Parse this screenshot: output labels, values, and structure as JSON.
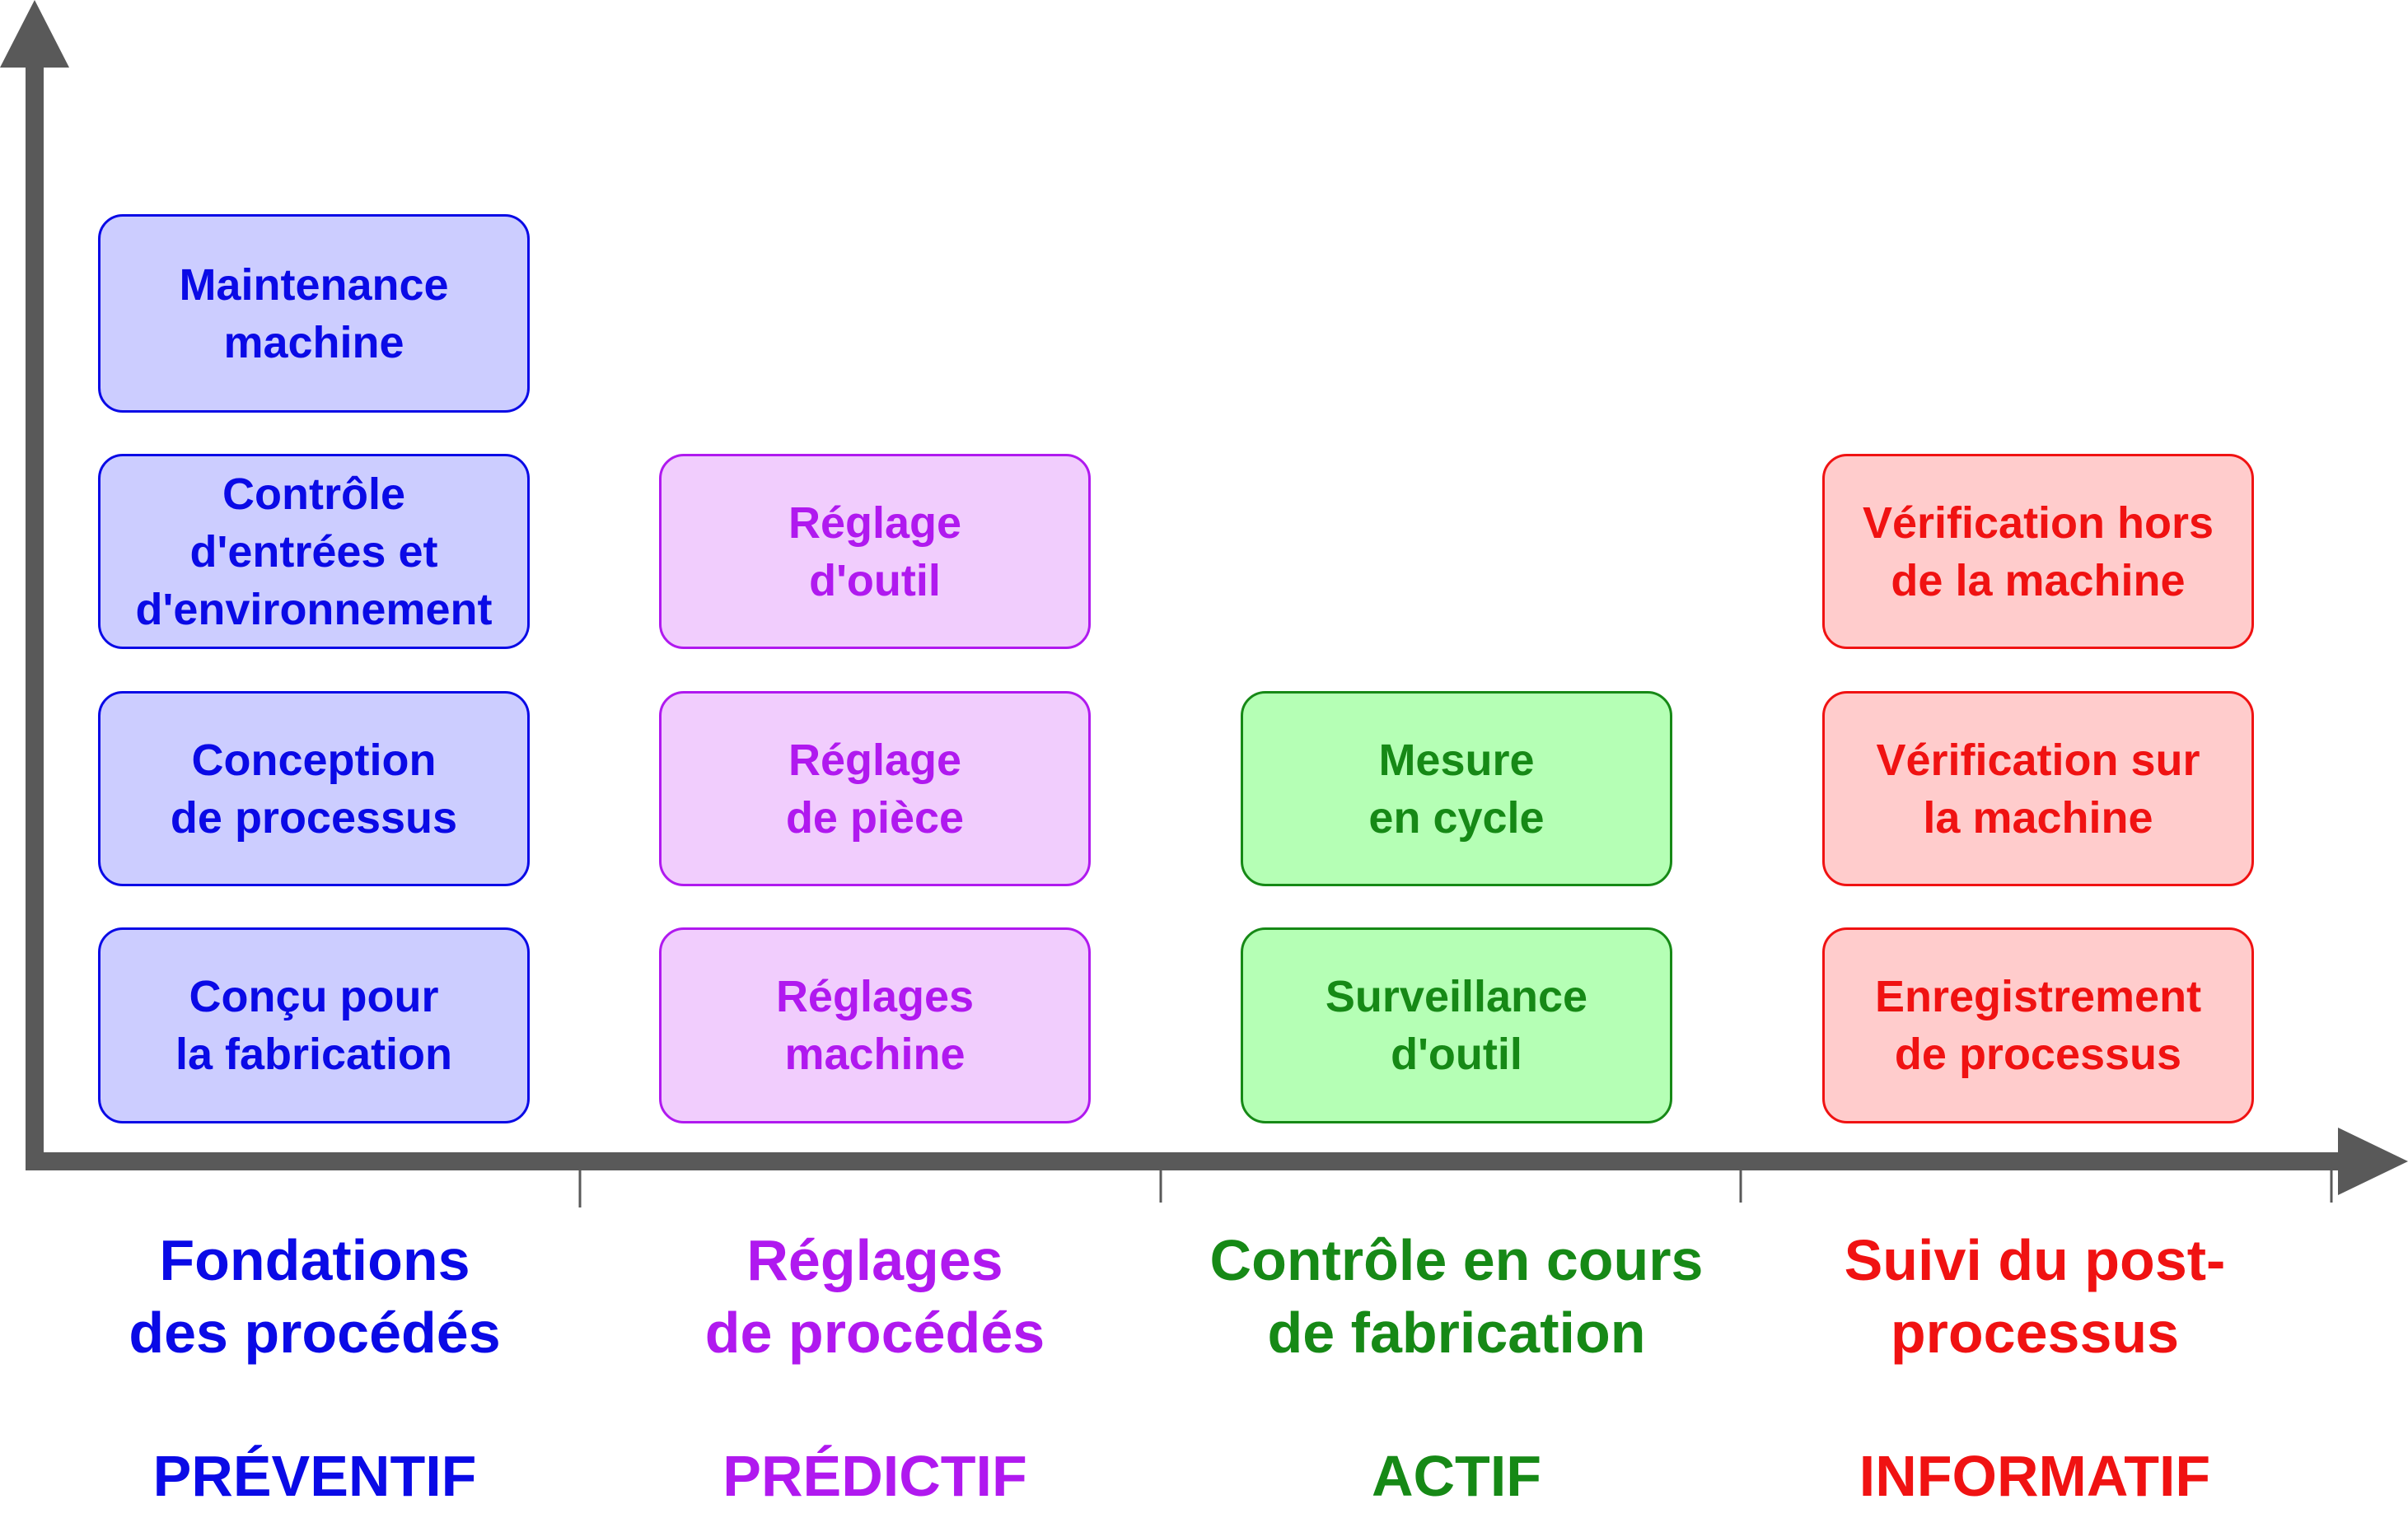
{
  "columns": [
    {
      "color": "#0a0ae6",
      "boxes": [
        "Maintenance\nmachine",
        "Contrôle\nd'entrées et\nd'environnement",
        "Conception\nde processus",
        "Conçu pour\nla fabrication"
      ],
      "category": "Fondations\ndes procédés",
      "type": "PRÉVENTIF"
    },
    {
      "color": "#b019ef",
      "boxes": [
        "Réglage\nd'outil",
        "Réglage\nde pièce",
        "Réglages\nmachine"
      ],
      "category": "Réglages\nde procédés",
      "type": "PRÉDICTIF"
    },
    {
      "color": "#168916",
      "boxes": [
        "Mesure\nen cycle",
        "Surveillance\nd'outil"
      ],
      "category": "Contrôle en cours\nde fabrication",
      "type": "ACTIF"
    },
    {
      "color": "#f01212",
      "boxes": [
        "Vérification hors\nde la machine",
        "Vérification sur\nla machine",
        "Enregistrement\nde processus"
      ],
      "category": "Suivi du post-\nprocessus",
      "type": "INFORMATIF"
    }
  ]
}
